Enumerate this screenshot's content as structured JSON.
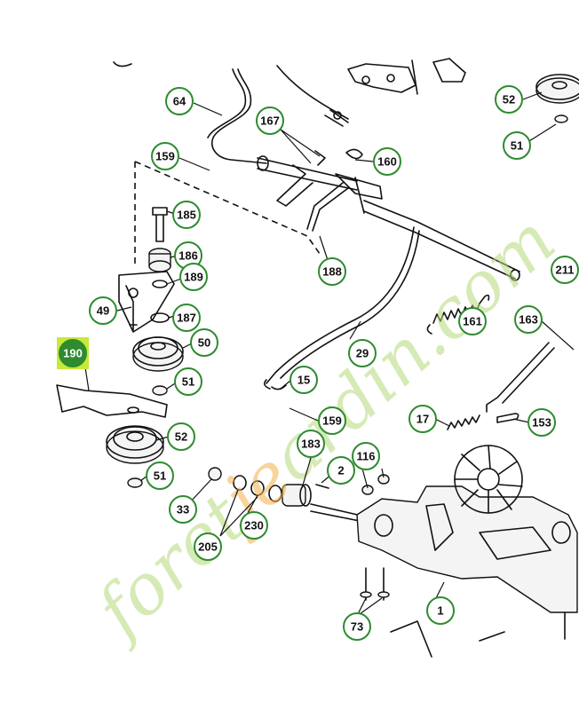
{
  "watermark": {
    "text_a": "foret",
    "text_accent": "je",
    "text_b": "ardin.com"
  },
  "colors": {
    "callout_border": "#2e8b2e",
    "highlight": "#c8e83a",
    "watermark": "#b5d97a",
    "watermark_accent": "#f3b24a"
  },
  "highlighted_part": "190",
  "callouts": [
    "64",
    "167",
    "159",
    "160",
    "52",
    "51",
    "185",
    "186",
    "189",
    "188",
    "211",
    "49",
    "187",
    "161",
    "163",
    "190",
    "50",
    "51b",
    "29",
    "15",
    "159b",
    "17",
    "153",
    "52b",
    "51c",
    "183",
    "116",
    "2",
    "33",
    "230",
    "205",
    "1",
    "73"
  ],
  "labels": {
    "c64": "64",
    "c167": "167",
    "c159": "159",
    "c160": "160",
    "c52": "52",
    "c51": "51",
    "c185": "185",
    "c186": "186",
    "c189": "189",
    "c188": "188",
    "c211": "211",
    "c49": "49",
    "c187": "187",
    "c161": "161",
    "c163": "163",
    "c190": "190",
    "c50": "50",
    "c51b": "51",
    "c29": "29",
    "c15": "15",
    "c159b": "159",
    "c17": "17",
    "c153": "153",
    "c52b": "52",
    "c51c": "51",
    "c183": "183",
    "c116": "116",
    "c2": "2",
    "c33": "33",
    "c230": "230",
    "c205": "205",
    "c1": "1",
    "c73": "73"
  }
}
